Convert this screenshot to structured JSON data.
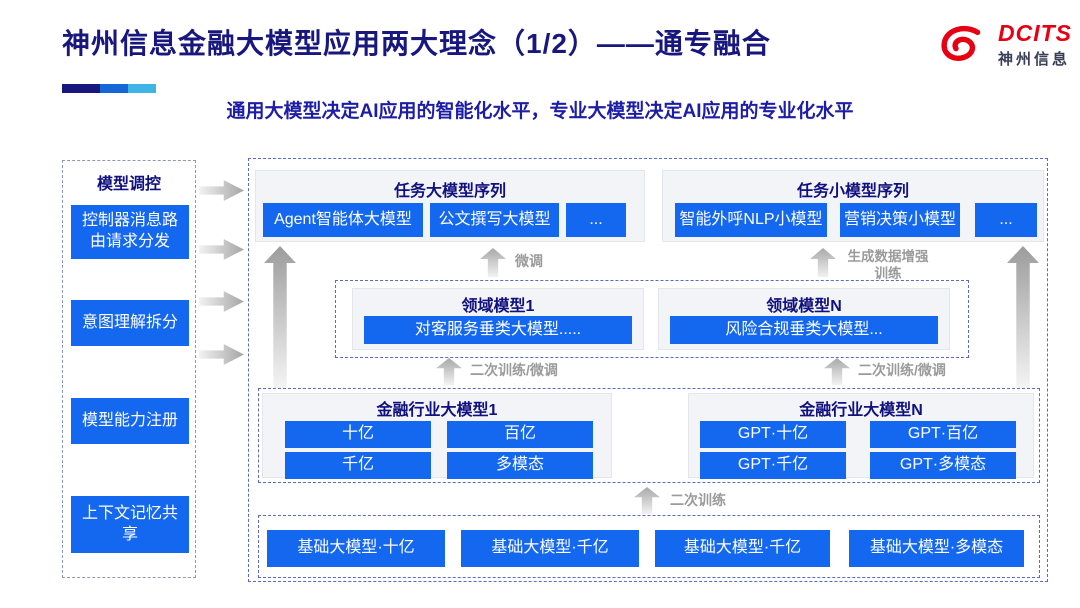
{
  "slide": {
    "title": "神州信息金融大模型应用两大理念（1/2）——通专融合",
    "subtitle": "通用大模型决定AI应用的智能化水平，专业大模型决定AI应用的专业化水平"
  },
  "logo": {
    "brand": "DCITS",
    "company": "神州信息"
  },
  "sidebar": {
    "title": "模型调控",
    "items": [
      "控制器消息路由请求分发",
      "意图理解拆分",
      "模型能力注册",
      "上下文记忆共享"
    ]
  },
  "task_large": {
    "title": "任务大模型序列",
    "items": [
      "Agent智能体大模型",
      "公文撰写大模型",
      "..."
    ]
  },
  "task_small": {
    "title": "任务小模型序列",
    "items": [
      "智能外呼NLP小模型",
      "营销决策小模型",
      "..."
    ]
  },
  "domain": {
    "model1": {
      "title": "领域模型1",
      "item": "对客服务垂类大模型....."
    },
    "modelN": {
      "title": "领域模型N",
      "item": "风险合规垂类大模型..."
    }
  },
  "industry": {
    "model1": {
      "title": "金融行业大模型1",
      "items": [
        "十亿",
        "百亿",
        "千亿",
        "多模态"
      ]
    },
    "modelN": {
      "title": "金融行业大模型N",
      "items": [
        "GPT·十亿",
        "GPT·百亿",
        "GPT·千亿",
        "GPT·多模态"
      ]
    }
  },
  "base": {
    "items": [
      "基础大模型·十亿",
      "基础大模型·千亿",
      "基础大模型·千亿",
      "基础大模型·多模态"
    ]
  },
  "flow_labels": {
    "fine_tune": "微调",
    "gen_data_train": "生成数据增强训练",
    "retrain_finetune_left": "二次训练/微调",
    "retrain_finetune_right": "二次训练/微调",
    "retrain": "二次训练"
  },
  "colors": {
    "accent_blue": "#1467EF",
    "title_navy": "#17177E",
    "subtitle_blue": "#1D1DA6",
    "logo_red": "#E60012",
    "bar_navy": "#17177E",
    "bar_blue": "#1566D6",
    "bar_cyan": "#3FB5E6",
    "flow_label_gray": "#9B9B9B"
  }
}
